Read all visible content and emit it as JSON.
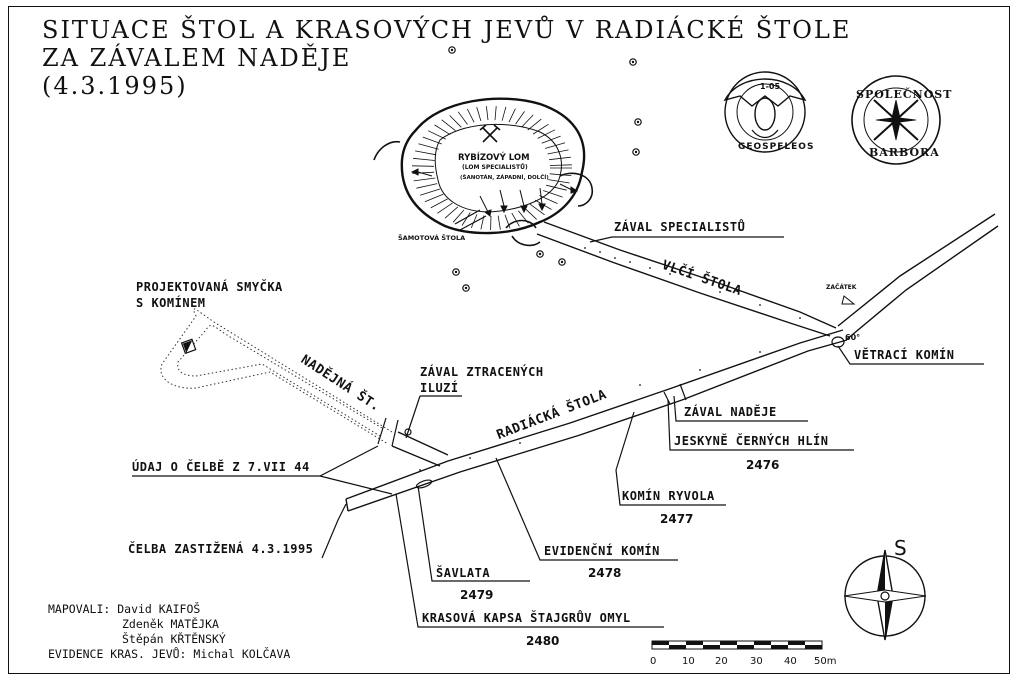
{
  "title": {
    "line1": "SITUACE ŠTOL A KRASOVÝCH JEVŮ V RADIÁCKÉ ŠTOLE",
    "line2": "ZA ZÁVALEM NADĚJE",
    "line3": "(4.3.1995)"
  },
  "labels": {
    "projekt_line1": "PROJEKTOVANÁ SMYČKA",
    "projekt_line2": "S KOMÍNEM",
    "zaval_ztracenych_line1": "ZÁVAL ZTRACENÝCH",
    "zaval_ztracenych_line2": "ILUZÍ",
    "udaj": "ÚDAJ O ČELBĚ Z 7.VII 44",
    "celba": "ČELBA ZASTIŽENÁ 4.3.1995",
    "savlata": "ŠAVLATA",
    "krasova": "KRASOVÁ KAPSA ŠTAJGRŮV OMYL",
    "evidencni": "EVIDENČNÍ KOMÍN",
    "komin_ryvola": "KOMÍN RYVOLA",
    "jeskyne": "JESKYNĚ ČERNÝCH HLÍN",
    "zaval_nadeje": "ZÁVAL NADĚJE",
    "vetraci": "VĚTRACÍ KOMÍN",
    "zaval_specialistu": "ZÁVAL SPECIALISTŮ"
  },
  "tunnel_labels": {
    "nadejna": "NADĚJNÁ ŠT.",
    "radiacka": "RADIÁCKÁ ŠTOLA",
    "vlci": "VLČÍ ŠTOLA"
  },
  "quarry": {
    "name": "RYBÍZOVÝ LOM",
    "sub": "(LOM SPECIALISTŮ)",
    "sub2": "(ŠANOTÁN, ZÁPADNÍ, DOLČÍ)",
    "samotova": "ŠAMOTOVÁ ŠTOLA"
  },
  "small_marks": {
    "zacatek": "ZAČÁTEK",
    "degrees": "60°"
  },
  "evidence_numbers": {
    "jeskyne": "2476",
    "komin_ryvola": "2477",
    "evidencni": "2478",
    "savlata": "2479",
    "krasova": "2480"
  },
  "credits": {
    "line1": "MAPOVALI: David KAIFOŠ",
    "line2": "Zdeněk MATĚJKA",
    "line3": "Štěpán KŘTĚNSKÝ",
    "line4": "EVIDENCE KRAS. JEVŮ: Michal KOLČAVA"
  },
  "logos": {
    "left_text": "GEOSPELEOS",
    "left_small": "1-05",
    "right_top": "SPOLEČNOST",
    "right_bottom": "BARBORA"
  },
  "compass": {
    "letter": "S"
  },
  "scale": {
    "ticks": [
      "0",
      "10",
      "20",
      "30",
      "40",
      "50m"
    ]
  }
}
